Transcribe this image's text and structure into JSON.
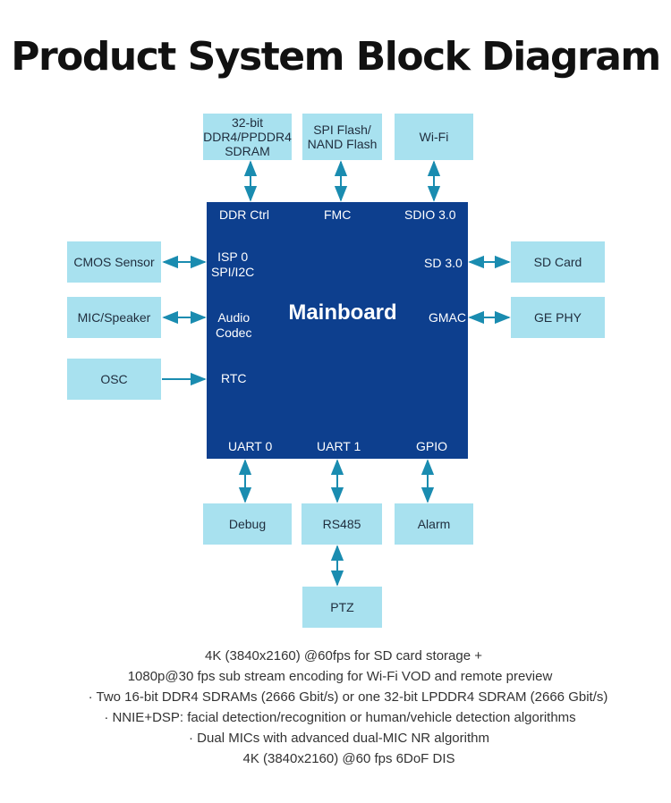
{
  "title": "Product System Block Diagram",
  "mainboard": {
    "label": "Mainboard",
    "ports": {
      "ddr_ctrl": "DDR Ctrl",
      "fmc": "FMC",
      "sdio": "SDIO 3.0",
      "isp": "ISP 0\nSPI/I2C",
      "sd": "SD 3.0",
      "audio": "Audio\nCodec",
      "gmac": "GMAC",
      "rtc": "RTC",
      "uart0": "UART 0",
      "uart1": "UART 1",
      "gpio": "GPIO"
    }
  },
  "blocks": {
    "ddr": "32-bit\nDDR4/PPDDR4\nSDRAM",
    "flash": "SPI Flash/\nNAND Flash",
    "wifi": "Wi-Fi",
    "cmos": "CMOS Sensor",
    "sd_card": "SD Card",
    "mic": "MIC/Speaker",
    "gephy": "GE PHY",
    "osc": "OSC",
    "debug": "Debug",
    "rs485": "RS485",
    "alarm": "Alarm",
    "ptz": "PTZ"
  },
  "features": [
    "4K (3840x2160) @60fps for SD card storage +",
    "1080p@30 fps sub stream encoding for Wi-Fi VOD and remote preview",
    "· Two 16-bit DDR4 SDRAMs (2666 Gbit/s) or one 32-bit LPDDR4 SDRAM (2666 Gbit/s)",
    "· NNIE+DSP: facial detection/recognition or human/vehicle detection algorithms",
    "· Dual MICs with advanced dual-MIC NR algorithm",
    "4K (3840x2160) @60 fps 6DoF DIS"
  ],
  "colors": {
    "mainboard": "#0d3f8e",
    "block": "#a8e1ef",
    "arrow": "#1a8cb0"
  }
}
